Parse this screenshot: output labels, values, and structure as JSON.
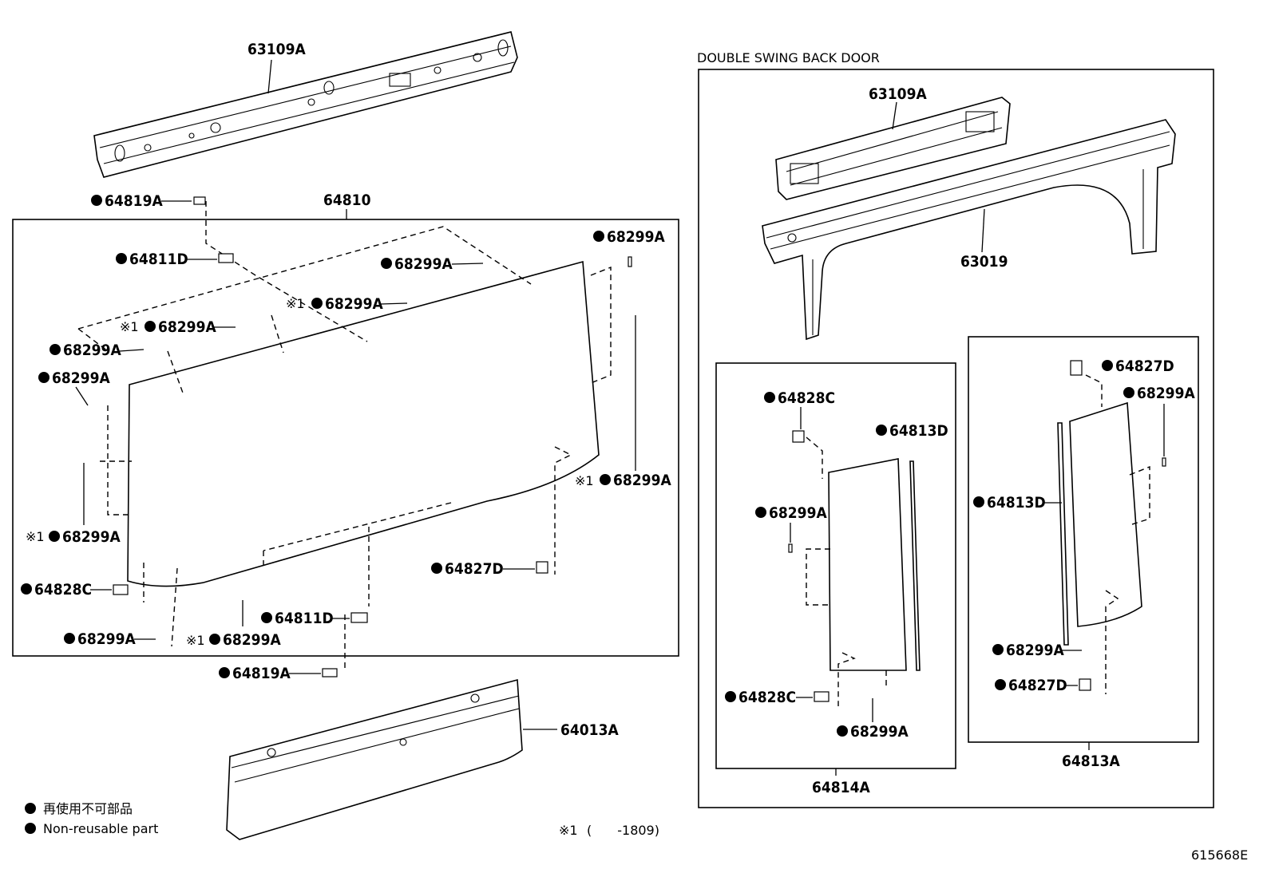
{
  "diagram_id": "615668E",
  "section_title": "DOUBLE SWING BACK DOOR",
  "legend": {
    "jp": "再使用不可部品",
    "en": "Non-reusable part",
    "note_mark": "※1",
    "note_text": "(　　-1809)"
  },
  "parts": {
    "p63109a_main": "63109A",
    "p64810": "64810",
    "p64819a_top": "64819A",
    "p64811d_top": "64811D",
    "p68299a_tr1": "68299A",
    "p68299a_t2": "68299A",
    "p68299a_t3": "68299A",
    "p68299a_t4": "68299A",
    "p68299a_l1": "68299A",
    "p68299a_l2": "68299A",
    "p68299a_l3": "68299A",
    "p68299a_r1": "68299A",
    "p64827d_main": "64827D",
    "p64828c_main": "64828C",
    "p64811d_bot": "64811D",
    "p68299a_b1": "68299A",
    "p68299a_b2": "68299A",
    "p64819a_bot": "64819A",
    "p64013a": "64013A",
    "p63109a_dsbd": "63109A",
    "p63019": "63019",
    "p64828c_l1": "64828C",
    "p64813d_l": "64813D",
    "p68299a_lb1": "68299A",
    "p64828c_l2": "64828C",
    "p68299a_lb2": "68299A",
    "p64814a": "64814A",
    "p64827d_r1": "64827D",
    "p68299a_rb1": "68299A",
    "p64813d_r": "64813D",
    "p68299a_rb2": "68299A",
    "p64827d_r2": "64827D",
    "p64813a": "64813A"
  },
  "note_marks": {
    "m1": "※1",
    "m2": "※1",
    "m3": "※1",
    "m4": "※1",
    "m5": "※1"
  }
}
